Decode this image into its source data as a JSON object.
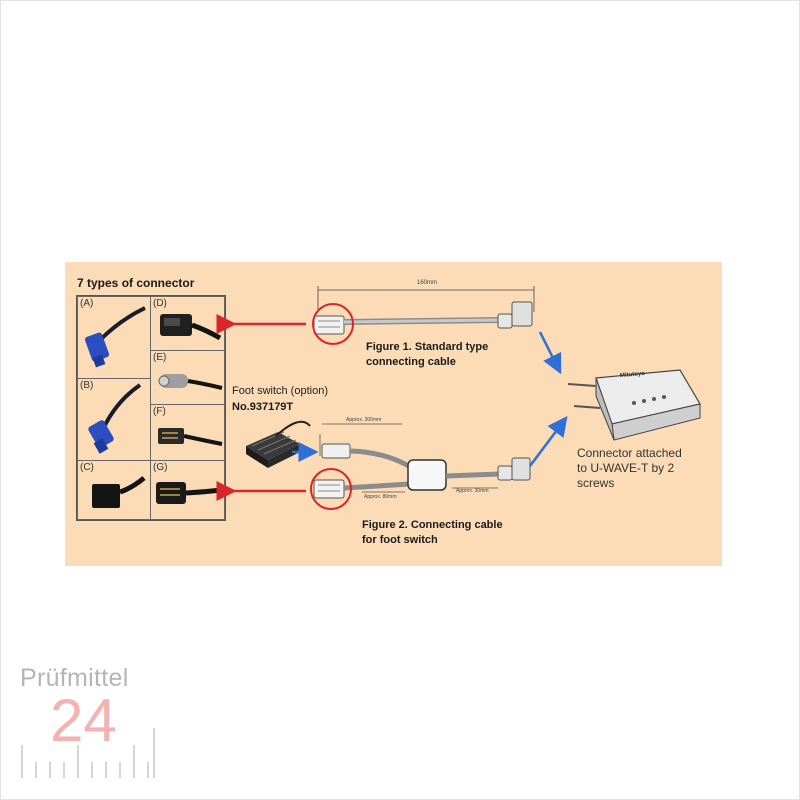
{
  "connectors": {
    "title": "7 types of connector",
    "labels": [
      "(A)",
      "(B)",
      "(C)",
      "(D)",
      "(E)",
      "(F)",
      "(G)"
    ]
  },
  "figure1": {
    "dimension": "160mm",
    "caption_line1": "Figure 1. Standard type",
    "caption_line2": "connecting cable"
  },
  "foot_switch": {
    "label": "Foot switch (option)",
    "number": "No.937179T"
  },
  "figure2": {
    "dim_top": "Approx. 300mm",
    "dim_bottom_left": "Approx. 80mm",
    "dim_bottom_right": "Approx. 30mm",
    "caption_line1": "Figure 2. Connecting cable",
    "caption_line2": "for foot switch"
  },
  "uwave": {
    "brand": "Mitutoyo",
    "caption_line1": "Connector attached",
    "caption_line2": "to U-WAVE-T by 2",
    "caption_line3": "screws"
  },
  "watermark": {
    "name": "Prüfmittel",
    "number": "24"
  },
  "colors": {
    "panel": "#fbdcb7",
    "red_arrow": "#d8262a",
    "blue_arrow": "#2f6fd8",
    "watermark_grey": "#b5b5b5",
    "watermark_red": "#f4b2b2"
  }
}
